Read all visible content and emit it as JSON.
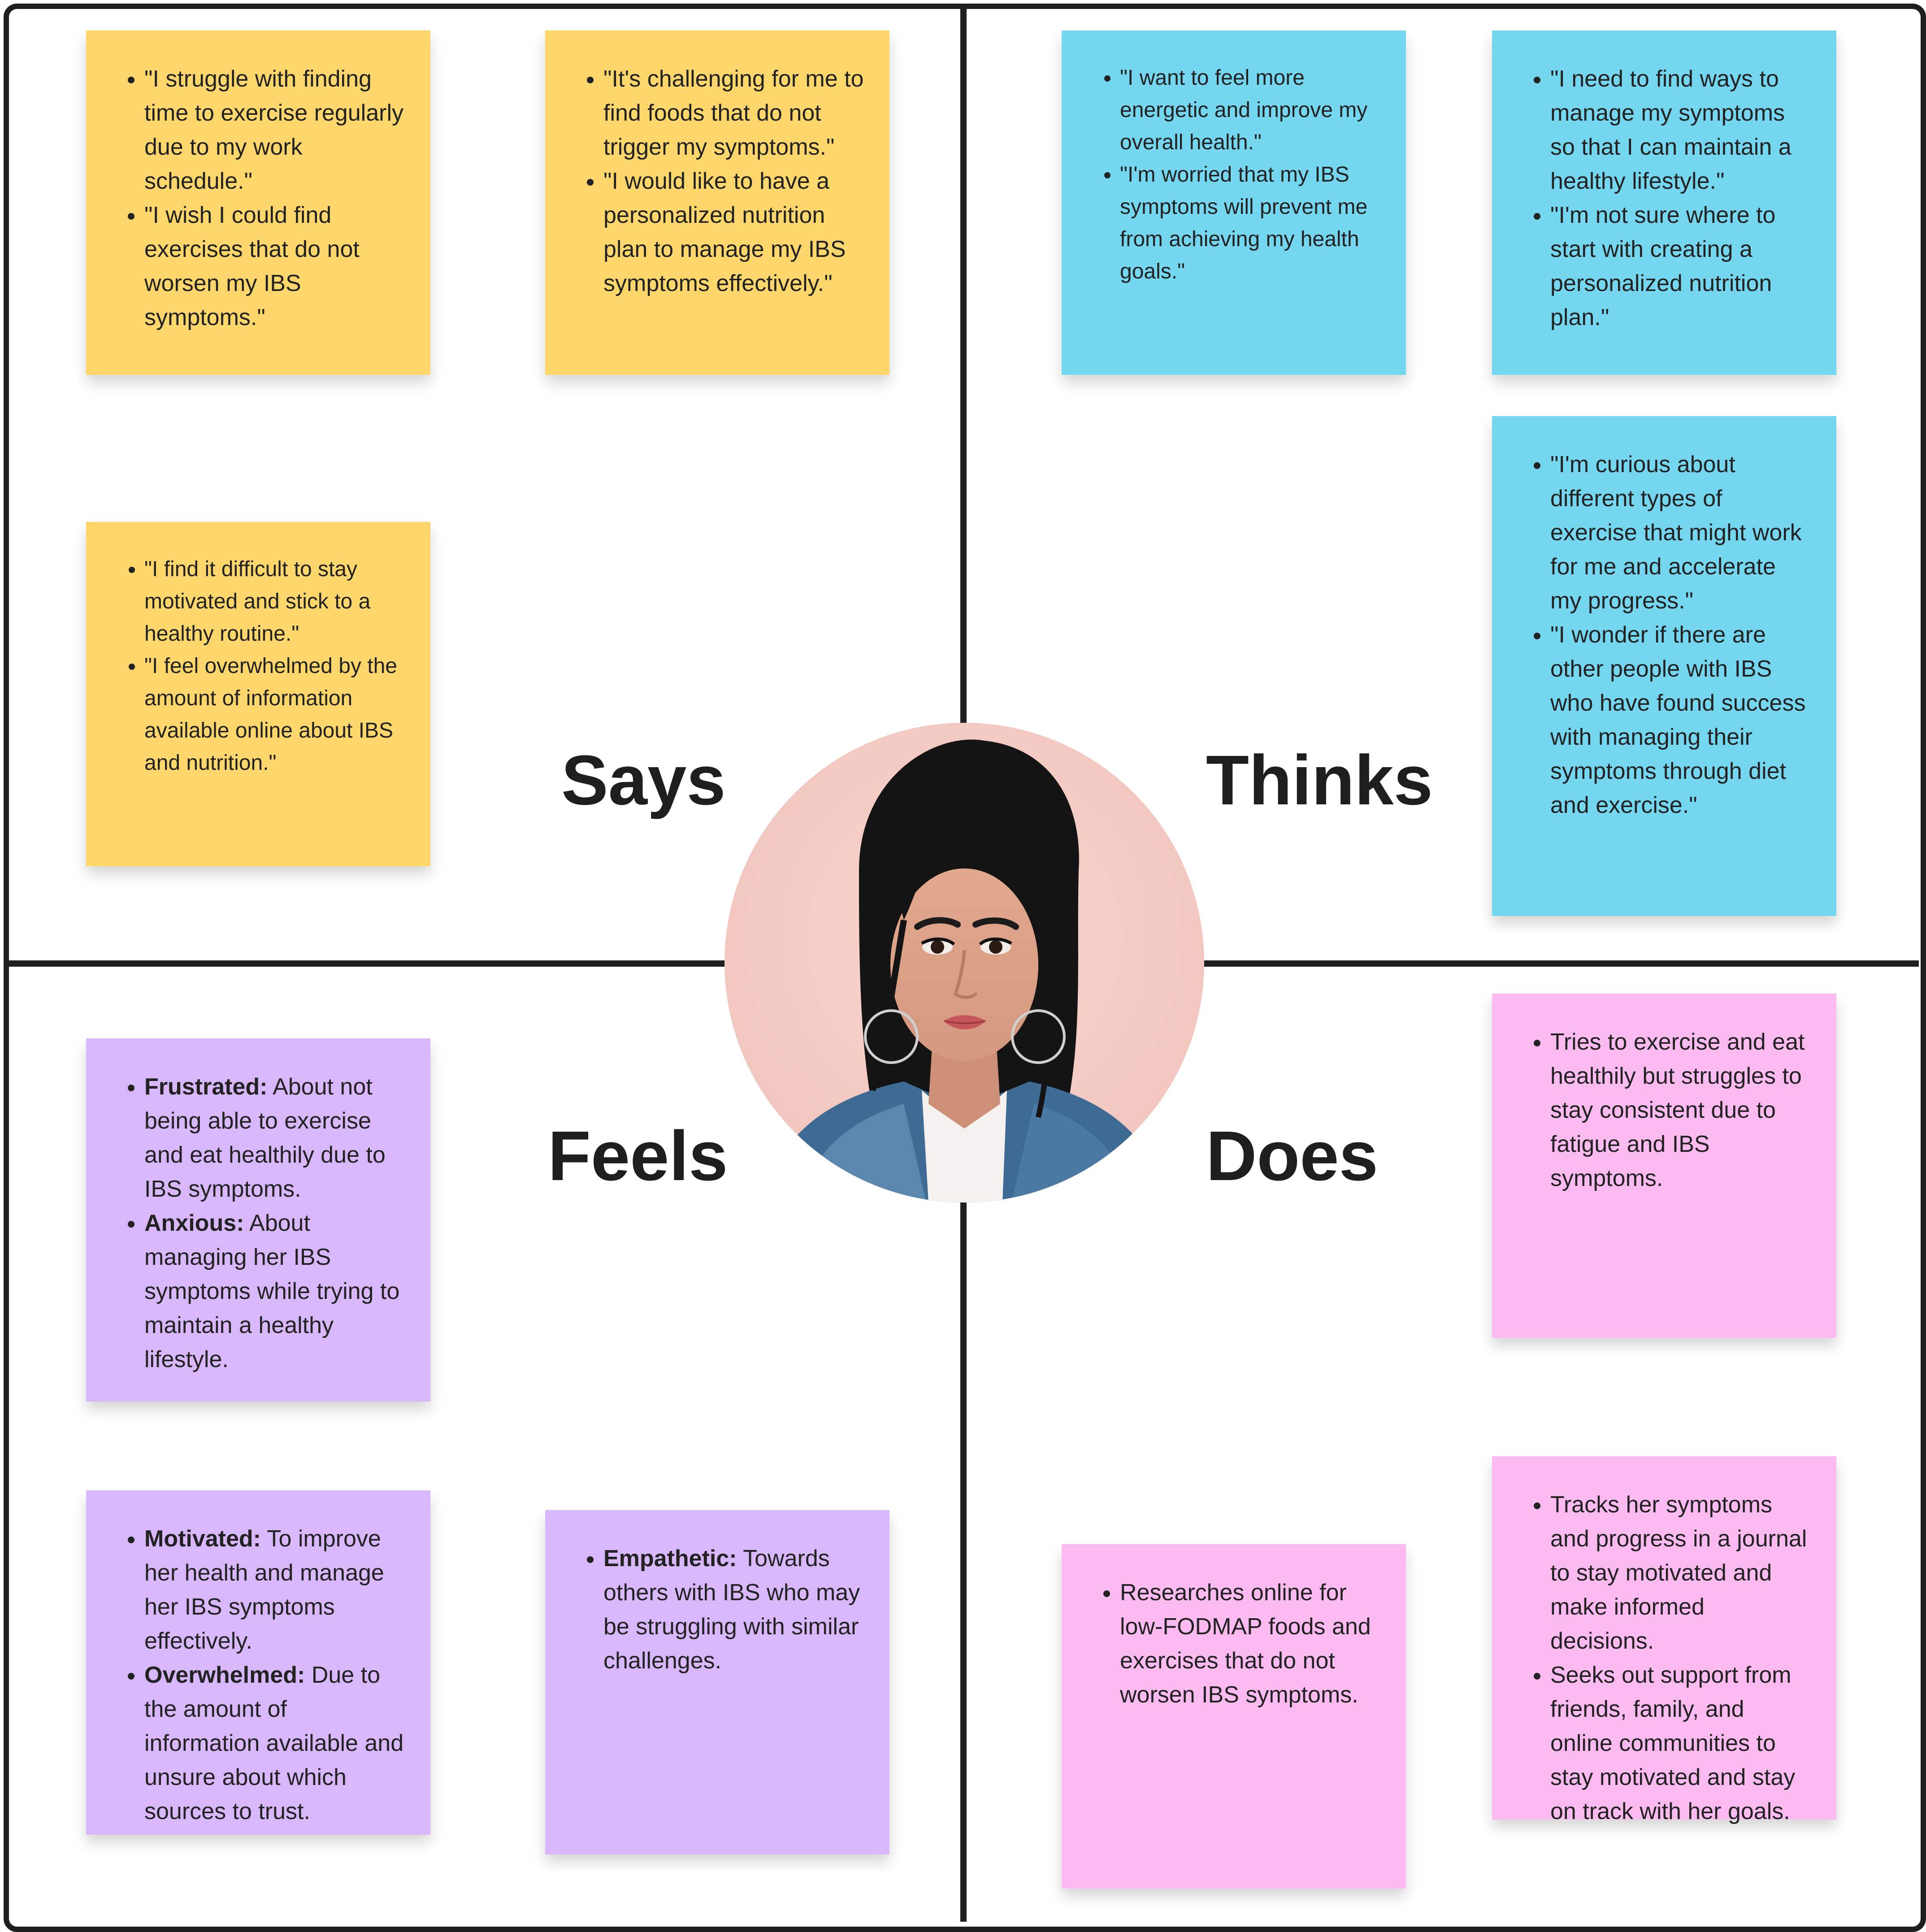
{
  "quadrants": {
    "says": {
      "title": "Says"
    },
    "thinks": {
      "title": "Thinks"
    },
    "feels": {
      "title": "Feels"
    },
    "does": {
      "title": "Does"
    }
  },
  "stickies": {
    "says_1": [
      "\"I struggle with finding time to exercise regularly due to my work schedule.\"",
      "\"I wish I could find exercises that do not worsen my IBS symptoms.\""
    ],
    "says_2": [
      "\"It's challenging for me to find foods that do not trigger my symptoms.\"",
      "\"I would like to have a personalized nutrition plan to manage my IBS symptoms effectively.\""
    ],
    "says_3": [
      "\"I find it difficult to stay motivated and stick to a healthy routine.\"",
      "\"I feel overwhelmed by the amount of information available online about IBS and nutrition.\""
    ],
    "thinks_1": [
      "\"I want to feel more energetic and improve my overall health.\"",
      "\"I'm worried that my IBS symptoms will prevent me from achieving my health goals.\""
    ],
    "thinks_2": [
      "\"I need to find ways to manage my symptoms so that I can maintain a healthy lifestyle.\"",
      "\"I'm not sure where to start with creating a personalized nutrition plan.\""
    ],
    "thinks_3": [
      "\"I'm curious about different types of exercise that might work for me and accelerate my progress.\"",
      "\"I wonder if there are other people with IBS who have found success with managing their symptoms through diet and exercise.\""
    ],
    "feels_1": [
      {
        "term": "Frustrated:",
        "text": " About not being able to exercise and eat healthily due to IBS symptoms."
      },
      {
        "term": "Anxious:",
        "text": " About managing her IBS symptoms while trying to maintain a healthy lifestyle."
      }
    ],
    "feels_2": [
      {
        "term": "Motivated:",
        "text": " To improve her health and manage her IBS symptoms effectively."
      },
      {
        "term": "Overwhelmed:",
        "text": " Due to the amount of information available and unsure about which sources to trust."
      }
    ],
    "feels_3": [
      {
        "term": "Empathetic:",
        "text": " Towards others with IBS who may be struggling with similar challenges."
      }
    ],
    "does_1": [
      "Tries to exercise and eat healthily but struggles to stay consistent due to fatigue and IBS symptoms."
    ],
    "does_2": [
      "Researches online for low-FODMAP foods and exercises that do not worsen IBS symptoms."
    ],
    "does_3": [
      "Tracks her symptoms and progress in a journal to stay motivated and make informed decisions.",
      "Seeks out support from friends, family, and online communities to stay motivated and stay on track with her goals."
    ]
  },
  "persona": {
    "icon": "persona-photo"
  },
  "colors": {
    "says": "#fdd76b",
    "thinks": "#75d6ef",
    "feels": "#d8b8fb",
    "does": "#fbbbf0",
    "frame": "#1e1e1e"
  }
}
